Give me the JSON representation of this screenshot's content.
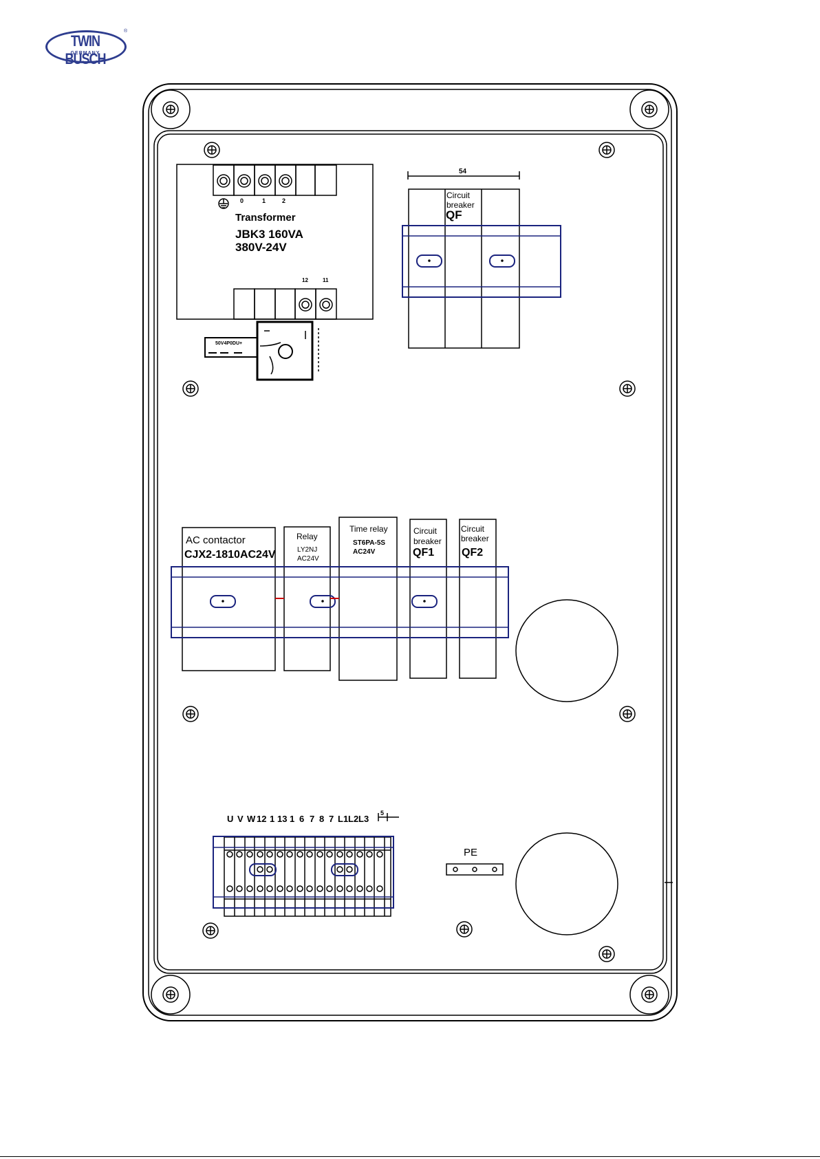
{
  "logo": {
    "brand": "TWIN BUSCH",
    "sub": "GERMANY",
    "reg": "®"
  },
  "transformer": {
    "title": "Transformer",
    "model": "JBK3 160VA",
    "voltage": "380V-24V",
    "top_terminals": [
      "0",
      "1",
      "2"
    ],
    "bottom_terminals": [
      "12",
      "11"
    ]
  },
  "rectifier": {
    "label": "50V4P0DU+"
  },
  "qf": {
    "dimension": "54",
    "line1": "Circuit",
    "line2": "breaker",
    "code": "QF"
  },
  "contactor": {
    "name": "AC contactor",
    "model": "CJX2-1810AC24V"
  },
  "relay": {
    "name": "Relay",
    "model": "LY2NJ",
    "voltage": "AC24V"
  },
  "time_relay": {
    "name": "Time relay",
    "model": "ST6PA-5S",
    "voltage": "AC24V"
  },
  "qf1": {
    "line1": "Circuit",
    "line2": "breaker",
    "code": "QF1"
  },
  "qf2": {
    "line1": "Circuit",
    "line2": "breaker",
    "code": "QF2"
  },
  "terminal_block": {
    "dimension": "5",
    "labels": [
      "U",
      "V",
      "W",
      "12",
      "1",
      "13",
      "1",
      "6",
      "7",
      "8",
      "7",
      "L1",
      "L2",
      "L3"
    ]
  },
  "pe": {
    "label": "PE"
  },
  "colors": {
    "rail": "#1a237e",
    "outline": "#000000",
    "accent_red": "#cc0000",
    "logo": "#2e3d8f"
  }
}
